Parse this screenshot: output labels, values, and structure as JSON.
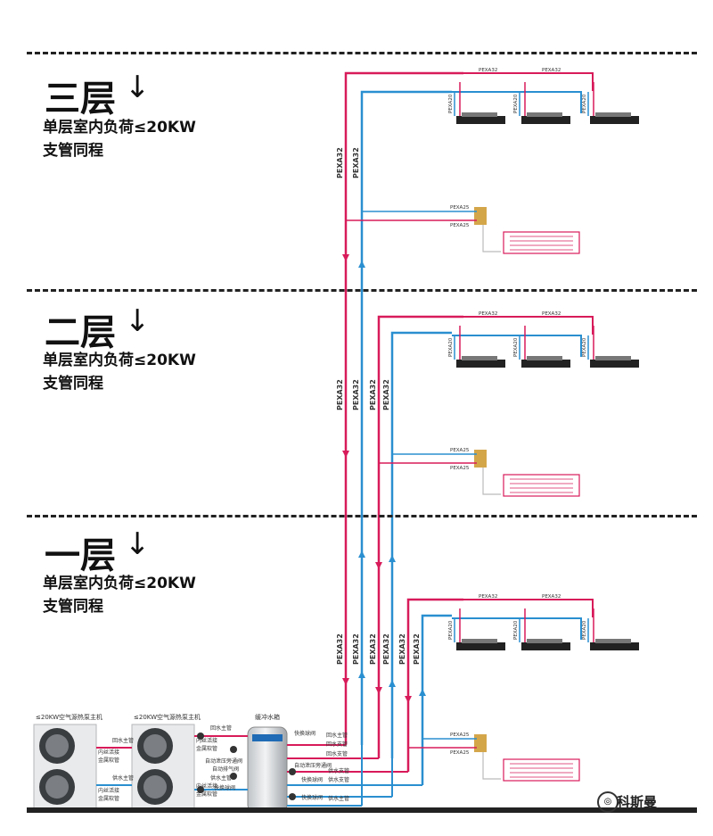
{
  "floors": [
    {
      "title": "三层",
      "arrow": "↓",
      "line1": "单层室内负荷≤20KW",
      "line2": "支管同程"
    },
    {
      "title": "二层",
      "arrow": "↓",
      "line1": "单层室内负荷≤20KW",
      "line2": "支管同程"
    },
    {
      "title": "一层",
      "arrow": "↓",
      "line1": "单层室内负荷≤20KW",
      "line2": "支管同程"
    }
  ],
  "pipe_labels": {
    "main": "PEXA32",
    "branch": "PEXA20",
    "floor_heat": "PEXA25"
  },
  "equipment": {
    "unit1_title": "≤20KW空气源热泵主机",
    "unit2_title": "≤20KW空气源热泵主机",
    "tank_title": "缓冲水箱",
    "u1_l1": "回水主管",
    "u1_l2": "内丝活接",
    "u1_l3": "金属软管",
    "u1_l4": "供水主管",
    "u1_l5": "内丝活接",
    "u1_l6": "金属软管",
    "u2_l1": "回水主管",
    "u2_l2": "内丝活接",
    "u2_l3": "金属软管",
    "u2_l4": "自动泄压旁通阀",
    "u2_l5": "自动排气阀",
    "u2_l6": "供水主管",
    "u2_l7": "内丝活接",
    "u2_l8": "金属软管",
    "u2_l9": "快换球阀",
    "t_l1": "快换球阀",
    "t_l2": "回水主管",
    "t_l3": "回水支管",
    "t_l4": "回水支管",
    "t_l5": "自动泄压旁通阀",
    "t_l6": "快换球阀",
    "t_l7": "供水支管",
    "t_l8": "供水支管",
    "t_l9": "快换球阀",
    "t_l10": "供水主管"
  },
  "watermark": "科斯曼",
  "colors": {
    "supply": "#d81b5a",
    "return": "#2a8fd0",
    "pipe_dark": "#333333"
  }
}
